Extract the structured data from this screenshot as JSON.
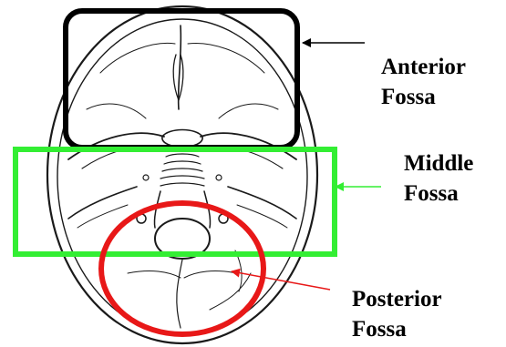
{
  "labels": {
    "anterior": [
      "Anterior",
      "Fossa"
    ],
    "middle": [
      "Middle",
      "Fossa"
    ],
    "posterior": [
      "Posterior",
      "Fossa"
    ]
  },
  "colors": {
    "anterior_box": "#000000",
    "middle_box": "#33ee33",
    "posterior_circle": "#e81818",
    "skull_line": "#1a1a1a"
  }
}
